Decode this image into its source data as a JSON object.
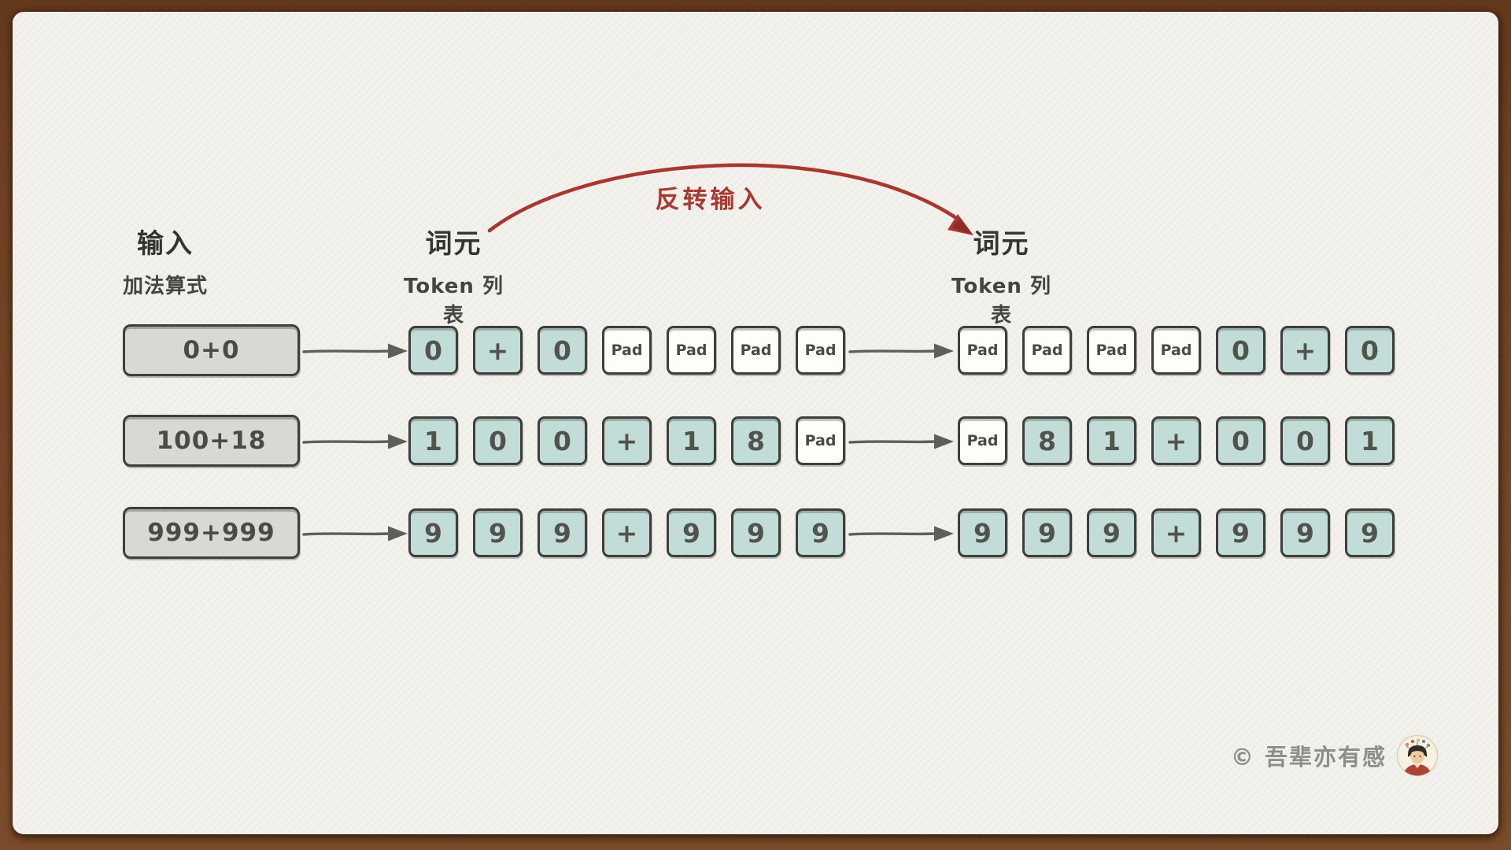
{
  "canvas": {
    "reverse_arrow_label": "反转输入",
    "headers": {
      "input": {
        "title": "输入",
        "subtitle": "加法算式"
      },
      "tokens": {
        "title": "词元",
        "subtitle": "Token 列表"
      },
      "tokens_reversed": {
        "title": "词元",
        "subtitle": "Token 列表"
      }
    },
    "rows": [
      {
        "input": "0+0",
        "tokens": [
          {
            "label": "0",
            "pad": false
          },
          {
            "label": "+",
            "pad": false
          },
          {
            "label": "0",
            "pad": false
          },
          {
            "label": "Pad",
            "pad": true
          },
          {
            "label": "Pad",
            "pad": true
          },
          {
            "label": "Pad",
            "pad": true
          },
          {
            "label": "Pad",
            "pad": true
          }
        ],
        "reversed_tokens": [
          {
            "label": "Pad",
            "pad": true
          },
          {
            "label": "Pad",
            "pad": true
          },
          {
            "label": "Pad",
            "pad": true
          },
          {
            "label": "Pad",
            "pad": true
          },
          {
            "label": "0",
            "pad": false
          },
          {
            "label": "+",
            "pad": false
          },
          {
            "label": "0",
            "pad": false
          }
        ]
      },
      {
        "input": "100+18",
        "tokens": [
          {
            "label": "1",
            "pad": false
          },
          {
            "label": "0",
            "pad": false
          },
          {
            "label": "0",
            "pad": false
          },
          {
            "label": "+",
            "pad": false
          },
          {
            "label": "1",
            "pad": false
          },
          {
            "label": "8",
            "pad": false
          },
          {
            "label": "Pad",
            "pad": true
          }
        ],
        "reversed_tokens": [
          {
            "label": "Pad",
            "pad": true
          },
          {
            "label": "8",
            "pad": false
          },
          {
            "label": "1",
            "pad": false
          },
          {
            "label": "+",
            "pad": false
          },
          {
            "label": "0",
            "pad": false
          },
          {
            "label": "0",
            "pad": false
          },
          {
            "label": "1",
            "pad": false
          }
        ]
      },
      {
        "input": "999+999",
        "tokens": [
          {
            "label": "9",
            "pad": false
          },
          {
            "label": "9",
            "pad": false
          },
          {
            "label": "9",
            "pad": false
          },
          {
            "label": "+",
            "pad": false
          },
          {
            "label": "9",
            "pad": false
          },
          {
            "label": "9",
            "pad": false
          },
          {
            "label": "9",
            "pad": false
          }
        ],
        "reversed_tokens": [
          {
            "label": "9",
            "pad": false
          },
          {
            "label": "9",
            "pad": false
          },
          {
            "label": "9",
            "pad": false
          },
          {
            "label": "+",
            "pad": false
          },
          {
            "label": "9",
            "pad": false
          },
          {
            "label": "9",
            "pad": false
          },
          {
            "label": "9",
            "pad": false
          }
        ]
      }
    ],
    "footer": {
      "copyright": "© 吾辈亦有感",
      "avatar": "author-avatar"
    }
  },
  "colors": {
    "frame_brown": "#744627",
    "paper": "#f0efea",
    "token_teal": "#c2ddd8",
    "pad_white": "#fdfdfa",
    "input_gray": "#d8d8d4",
    "ink_border": "#3e3e3a",
    "arrow_gray": "#5f5f5a",
    "accent_red": "#a9382e",
    "heading_text": "#35352f",
    "credit_gray": "#8f8f89"
  }
}
